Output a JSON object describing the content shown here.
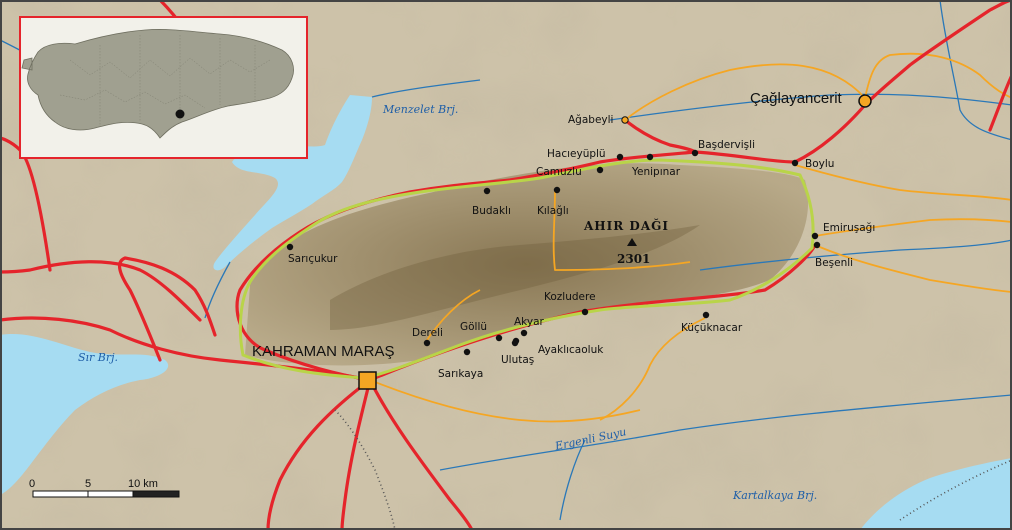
{
  "map": {
    "mountain": {
      "name": "AHIR DAĞI",
      "elevation": "2301"
    },
    "main_city": "KAHRAMAN MARAŞ",
    "district_center": "Çağlayancerit",
    "water_bodies": {
      "menzelet": "Menzelet Brj.",
      "sir": "Sır Brj.",
      "ergenli": "Ergenli Suyu",
      "kartalkaya": "Kartalkaya Brj."
    },
    "villages": {
      "agabeyli": "Ağabeyli",
      "hacieyuplu": "Hacıeyüplü",
      "basdervisli": "Başdervişli",
      "boylu": "Boylu",
      "camuzlu": "Camuzlu",
      "yenipinar": "Yenipınar",
      "budakli": "Budaklı",
      "kilagli": "Kılağlı",
      "saricukur": "Sarıçukur",
      "emirusagi": "Emiruşağı",
      "besenli": "Beşenli",
      "kozludere": "Kozludere",
      "kucuknacar": "Küçüknacar",
      "dereli": "Dereli",
      "gollu": "Göllü",
      "akyar": "Akyar",
      "ayaklicaoluk": "Ayaklıcaoluk",
      "ulutas": "Ulutaş",
      "sarikaya": "Sarıkaya"
    },
    "scale": {
      "tick0": "0",
      "tick5": "5",
      "tick10": "10 km"
    }
  },
  "colors": {
    "land": "#c9bda4",
    "relief": "#8a7a55",
    "water": "#a6dcf2",
    "river": "#2a78b8",
    "main_road": "#e5242b",
    "minor_road": "#f5a623",
    "outline": "#b9d449",
    "inset_land": "#a0a090",
    "inset_frame": "#e5242b"
  }
}
